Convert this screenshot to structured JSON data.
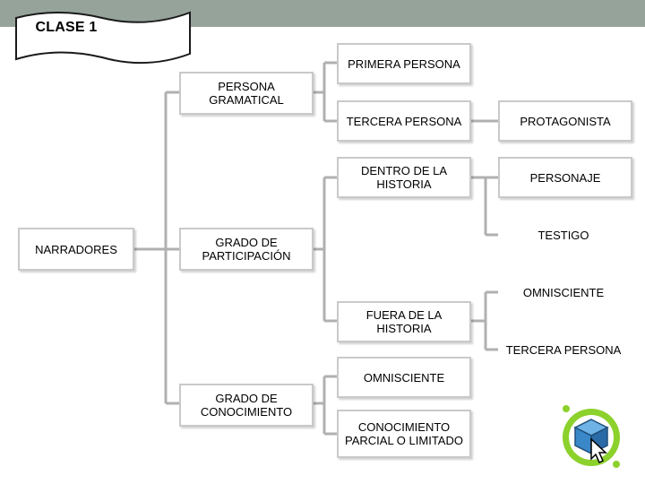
{
  "header": {
    "title": "CLASE 1"
  },
  "nodes": {
    "narradores": "NARRADORES",
    "persona_gramatical": "PERSONA GRAMATICAL",
    "grado_participacion": "GRADO DE PARTICIPACIÓN",
    "grado_conocimiento": "GRADO DE CONOCIMIENTO",
    "primera_persona": "PRIMERA PERSONA",
    "tercera_persona_1": "TERCERA PERSONA",
    "dentro_historia": "DENTRO DE LA HISTORIA",
    "fuera_historia": "FUERA DE LA HISTORIA",
    "omnisciente_1": "OMNISCIENTE",
    "conocimiento_parcial": "CONOCIMIENTO PARCIAL O LIMITADO",
    "protagonista": "PROTAGONISTA",
    "personaje": "PERSONAJE",
    "testigo": "TESTIGO",
    "omnisciente_2": "OMNISCIENTE",
    "tercera_persona_2": "TERCERA PERSONA"
  },
  "colors": {
    "topbar": "#95a39a",
    "connector": "#b0b0b0",
    "icon_green": "#8cd12c",
    "icon_cube": "#3a88c8"
  },
  "icons": [
    "cube-cursor-icon"
  ]
}
